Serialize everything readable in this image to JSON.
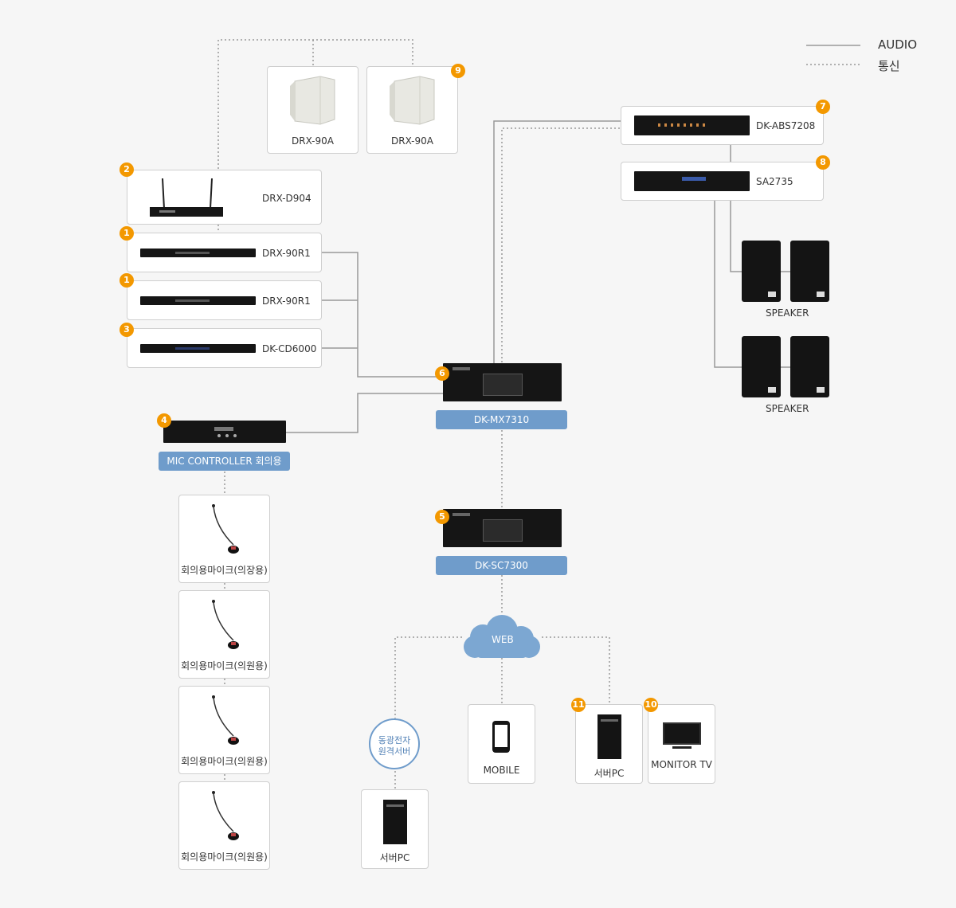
{
  "legend": {
    "audio": "AUDIO",
    "comm": "통신"
  },
  "antennas": [
    {
      "label": "DRX-90A",
      "badge": ""
    },
    {
      "label": "DRX-90A",
      "badge": "9"
    }
  ],
  "left_devices": [
    {
      "label": "DRX-D904",
      "badge": "2"
    },
    {
      "label": "DRX-90R1",
      "badge": "1"
    },
    {
      "label": "DRX-90R1",
      "badge": "1"
    },
    {
      "label": "DK-CD6000",
      "badge": "3"
    }
  ],
  "mic_controller": {
    "label": "MIC CONTROLLER 회의용",
    "badge": "4"
  },
  "mics": [
    {
      "label": "회의용마이크(의장용)"
    },
    {
      "label": "회의용마이크(의원용)"
    },
    {
      "label": "회의용마이크(의원용)"
    },
    {
      "label": "회의용마이크(의원용)"
    }
  ],
  "mixer": {
    "label": "DK-MX7310",
    "badge": "6"
  },
  "controller": {
    "label": "DK-SC7300",
    "badge": "5"
  },
  "right_devices": [
    {
      "label": "DK-ABS7208",
      "badge": "7"
    },
    {
      "label": "SA2735",
      "badge": "8"
    }
  ],
  "speakers": [
    {
      "label": "SPEAKER"
    },
    {
      "label": "SPEAKER"
    }
  ],
  "web": {
    "label": "WEB"
  },
  "remote_server": {
    "label": "동광전자\n원격서버",
    "line1": "동광전자",
    "line2": "원격서버"
  },
  "bottom_devices": [
    {
      "label": "서버PC",
      "badge": ""
    },
    {
      "label": "MOBILE",
      "badge": ""
    },
    {
      "label": "서버PC",
      "badge": "11"
    },
    {
      "label": "MONITOR TV",
      "badge": "10"
    }
  ],
  "colors": {
    "badge": "#f39800",
    "pill": "#6f9ccb",
    "cloud": "#7ca7d2",
    "line": "#999999"
  }
}
